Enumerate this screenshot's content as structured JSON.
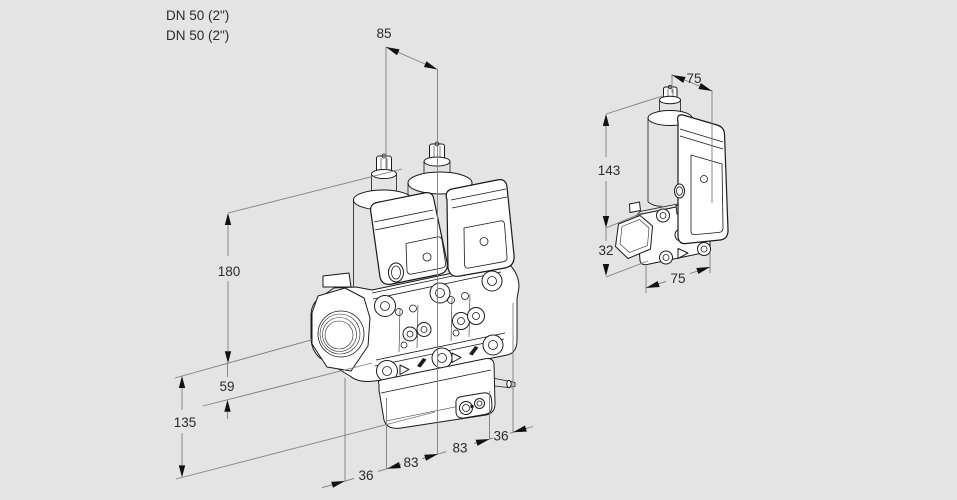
{
  "drawing": {
    "port_labels": {
      "line1": "DN 50 (2\")",
      "line2": "DN 50 (2\")"
    },
    "main_view": {
      "dim_actuator_spacing": "85",
      "dim_height_above_axis": "180",
      "dim_body_below_axis": "59",
      "dim_total_below_axis": "135",
      "dim_bottom_chain": [
        "36",
        "83",
        "83",
        "36"
      ]
    },
    "side_view": {
      "dim_top_width": "75",
      "dim_height": "143",
      "dim_flange_height": "32",
      "dim_bottom_width": "75"
    },
    "colors": {
      "background": "#e4e4e4",
      "drawing_line": "#1a1a1a",
      "dimension_line": "#7d7d7d",
      "label_text": "#2b2b2b",
      "fill": "#ffffff"
    }
  }
}
